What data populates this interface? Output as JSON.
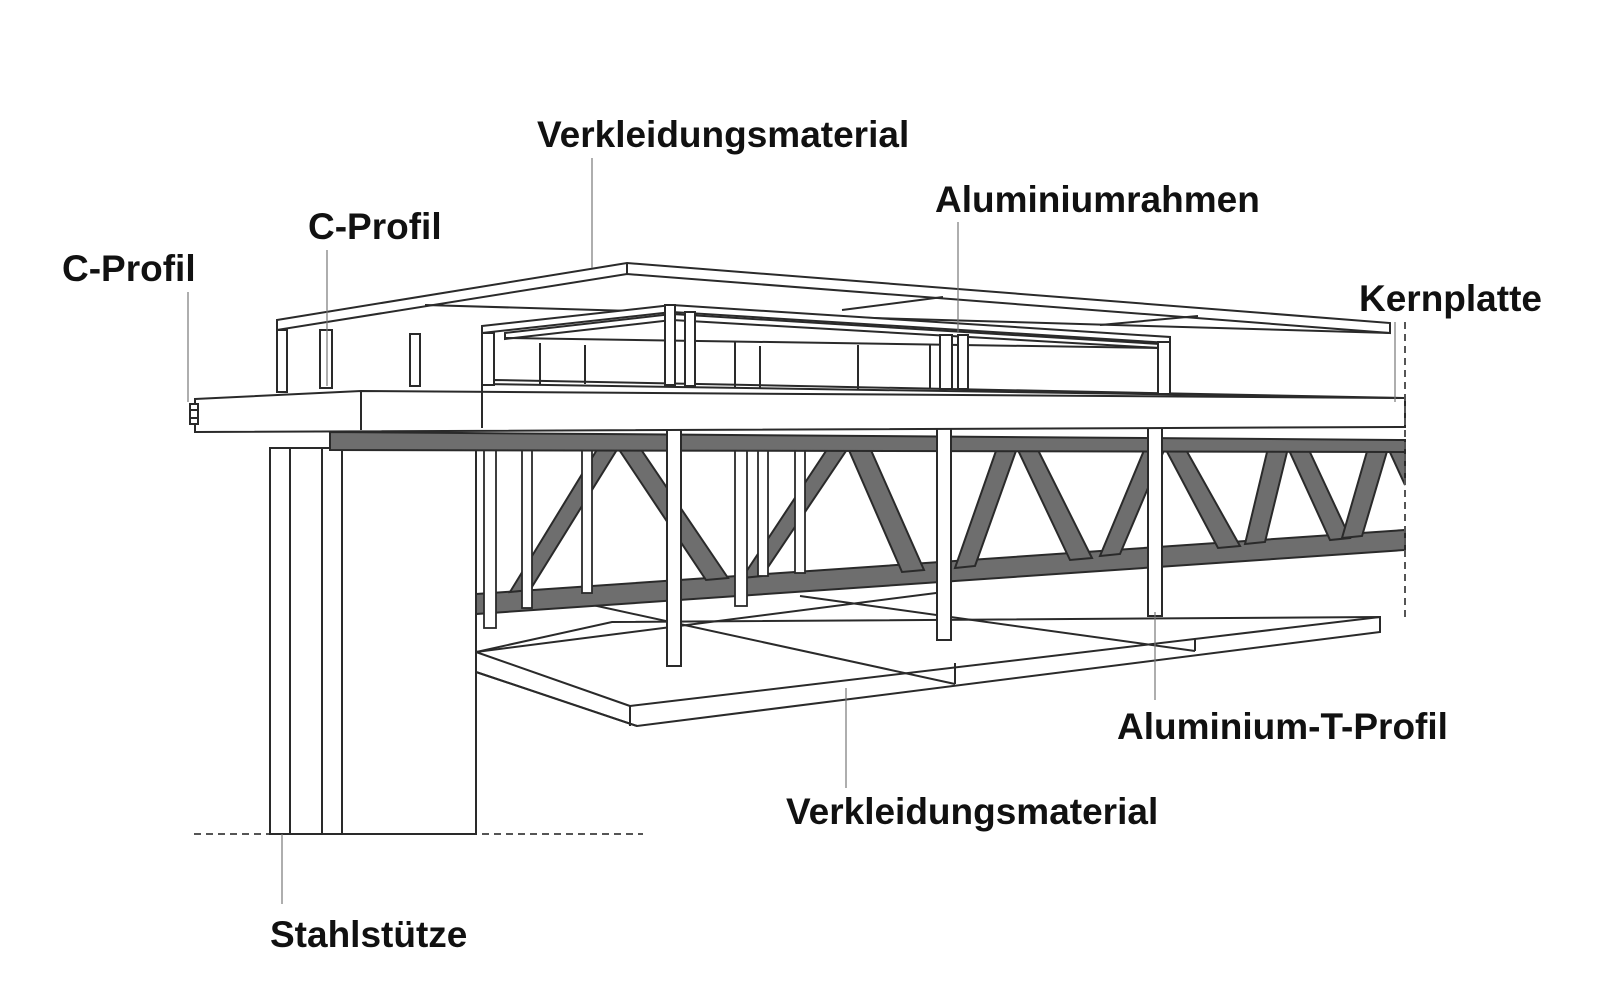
{
  "labels": {
    "c_profile_left": "C-Profil",
    "c_profile_mid": "C-Profil",
    "cladding_top": "Verkleidungsmaterial",
    "aluminium_frame": "Aluminiumrahmen",
    "core_panel": "Kernplatte",
    "aluminium_t_profile": "Aluminium-T-Profil",
    "cladding_bottom": "Verkleidungsmaterial",
    "steel_column": "Stahlstütze"
  },
  "colors": {
    "line": "#2a2a2a",
    "truss_fill": "#6e6e6e",
    "label_text": "#111111",
    "background": "#ffffff"
  }
}
